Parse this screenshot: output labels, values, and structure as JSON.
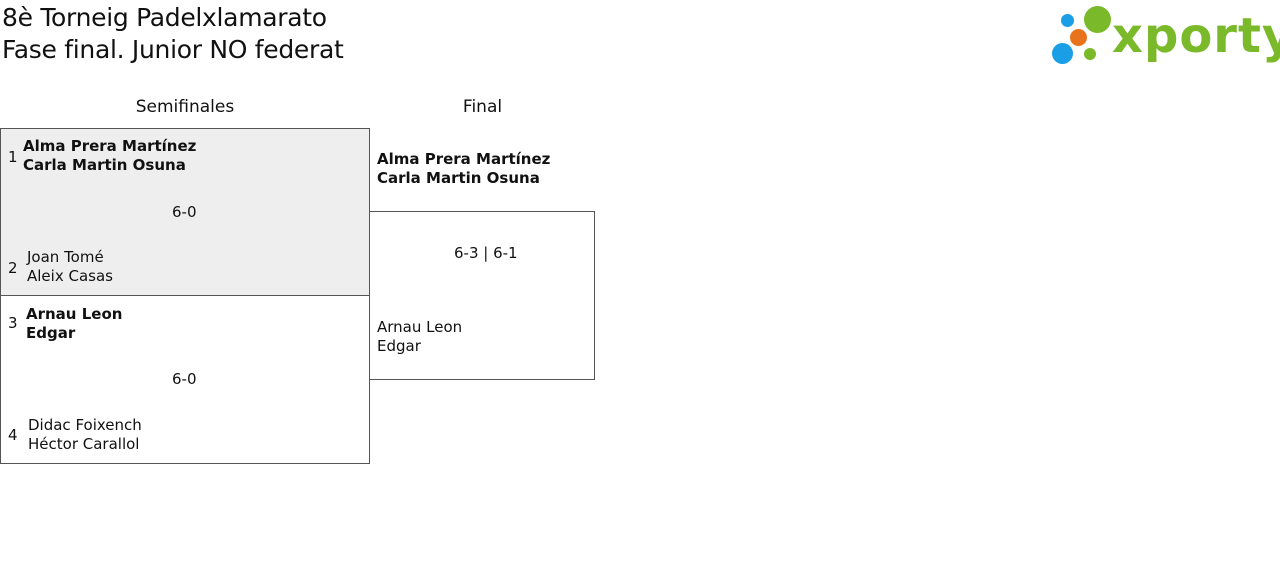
{
  "title": {
    "line1": "8è Torneig Padelxlamarato",
    "line2": "Fase final. Junior NO federat"
  },
  "logo": {
    "text": "xporty",
    "colors": {
      "green": "#7ab929",
      "blue": "#1a9ee6",
      "orange": "#e8731c"
    }
  },
  "rounds": {
    "semifinals": "Semifinales",
    "final": "Final"
  },
  "semifinals": [
    {
      "score": "6-0",
      "team_a": {
        "seed": "1",
        "player1": "Alma Prera Martínez",
        "player2": "Carla Martin Osuna",
        "winner": true
      },
      "team_b": {
        "seed": "2",
        "player1": "Joan Tomé",
        "player2": "Aleix Casas",
        "winner": false
      }
    },
    {
      "score": "6-0",
      "team_a": {
        "seed": "3",
        "player1": "Arnau Leon",
        "player2": "Edgar",
        "winner": true
      },
      "team_b": {
        "seed": "4",
        "player1": "Didac Foixench",
        "player2": "Héctor Carallol",
        "winner": false
      }
    }
  ],
  "final": {
    "score": "6-3 | 6-1",
    "team_a": {
      "player1": "Alma Prera Martínez",
      "player2": "Carla Martin Osuna",
      "winner": true
    },
    "team_b": {
      "player1": "Arnau Leon",
      "player2": "Edgar",
      "winner": false
    }
  }
}
